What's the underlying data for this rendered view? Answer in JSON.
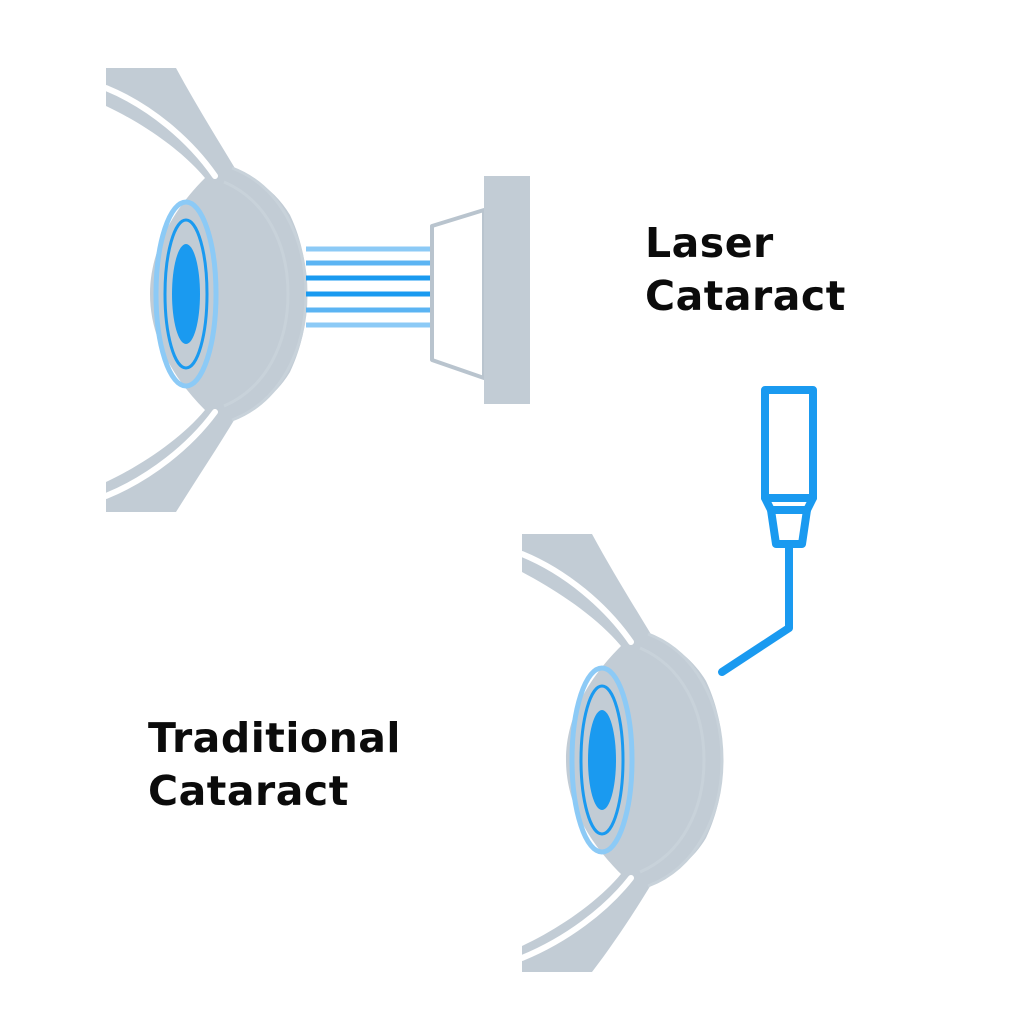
{
  "labels": {
    "laser": [
      "Laser",
      "Cataract"
    ],
    "traditional": [
      "Traditional",
      "Cataract"
    ]
  },
  "colors": {
    "background": "#ffffff",
    "tissue_gray": "#c2ccd5",
    "accent_blue": "#1a9af0",
    "light_blue": "#8ccaf6",
    "text": "#0b0b0b"
  },
  "icons": {
    "laser_eye": "eye-cross-section-icon",
    "laser_device": "laser-device-icon",
    "traditional_eye": "eye-cross-section-icon",
    "surgical_probe": "surgical-probe-icon"
  }
}
